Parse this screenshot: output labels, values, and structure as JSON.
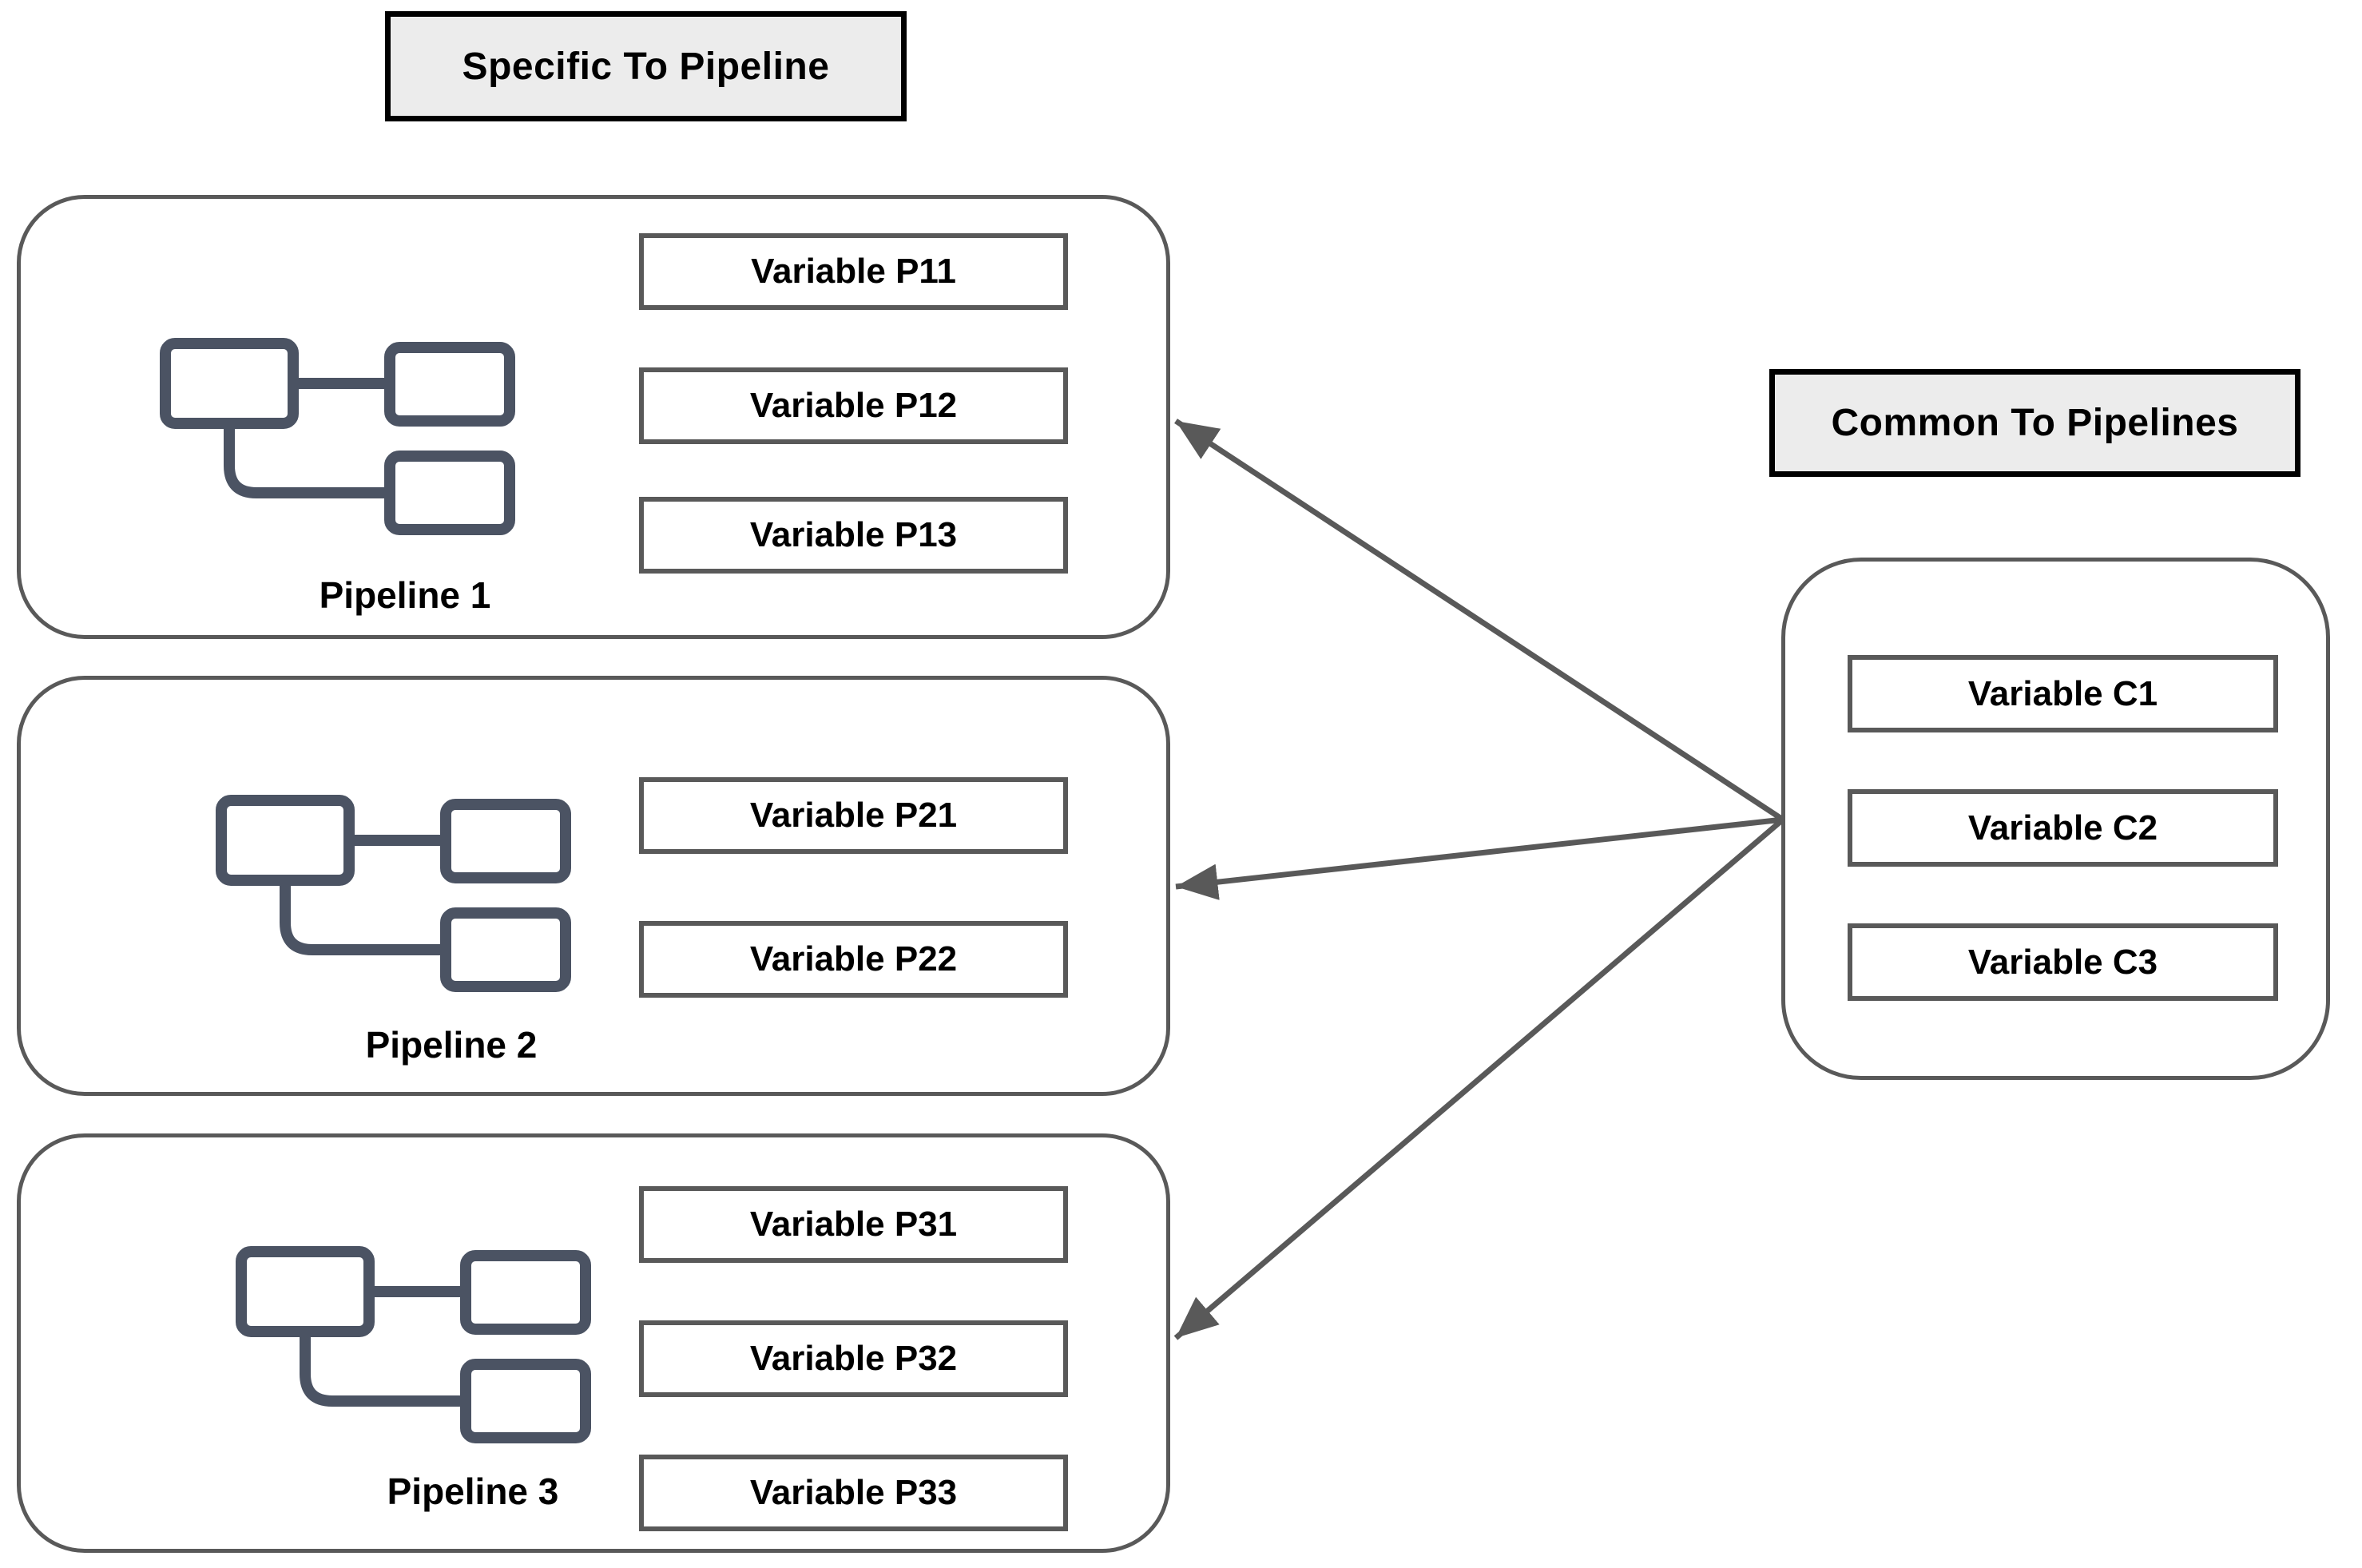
{
  "headers": {
    "specific": "Specific To Pipeline",
    "common": "Common To Pipelines"
  },
  "pipelines": [
    {
      "label": "Pipeline 1",
      "variables": [
        "Variable P11",
        "Variable P12",
        "Variable P13"
      ]
    },
    {
      "label": "Pipeline 2",
      "variables": [
        "Variable P21",
        "Variable P22"
      ]
    },
    {
      "label": "Pipeline 3",
      "variables": [
        "Variable P31",
        "Variable P32",
        "Variable P33"
      ]
    }
  ],
  "common": {
    "variables": [
      "Variable C1",
      "Variable C2",
      "Variable C3"
    ]
  },
  "arrows": {
    "from": "Common To Pipelines",
    "targets": [
      "Pipeline 1",
      "Pipeline 2",
      "Pipeline 3"
    ],
    "direction": "from common box to each pipeline box"
  },
  "colors": {
    "border": "#595959",
    "headerFill": "#ececec",
    "headerBorder": "#000000",
    "icon": "#4b5363",
    "arrow": "#595959",
    "text": "#000000"
  }
}
